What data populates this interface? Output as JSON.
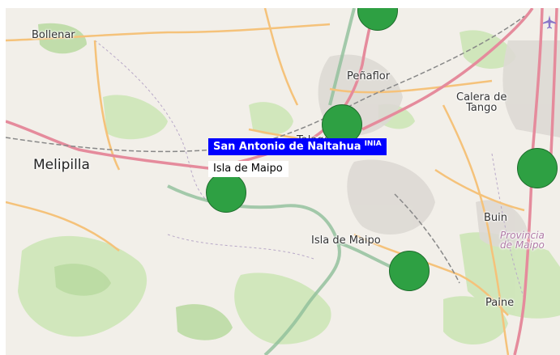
{
  "map": {
    "places": {
      "bollenar": "Bollenar",
      "penaflor": "Peñaflor",
      "calera": "Calera de\nTango",
      "melipilla": "Melipilla",
      "talagante": "Talagante",
      "buin": "Buin",
      "provincia": "Provincia\nde Maipo",
      "isla": "Isla de Maipo",
      "paine": "Paine"
    },
    "tooltip": {
      "title": "San Antonio de Naltahua",
      "badge": "INIA",
      "subtitle": "Isla de Maipo"
    },
    "colors": {
      "marker": "#2ea043",
      "tooltip_bg": "#0000ff",
      "road_primary": "#e892a2",
      "road_secondary": "#f7c98a",
      "forest": "#add19e",
      "river": "#aad3df"
    },
    "icons": {
      "airport": "airport-icon"
    }
  }
}
